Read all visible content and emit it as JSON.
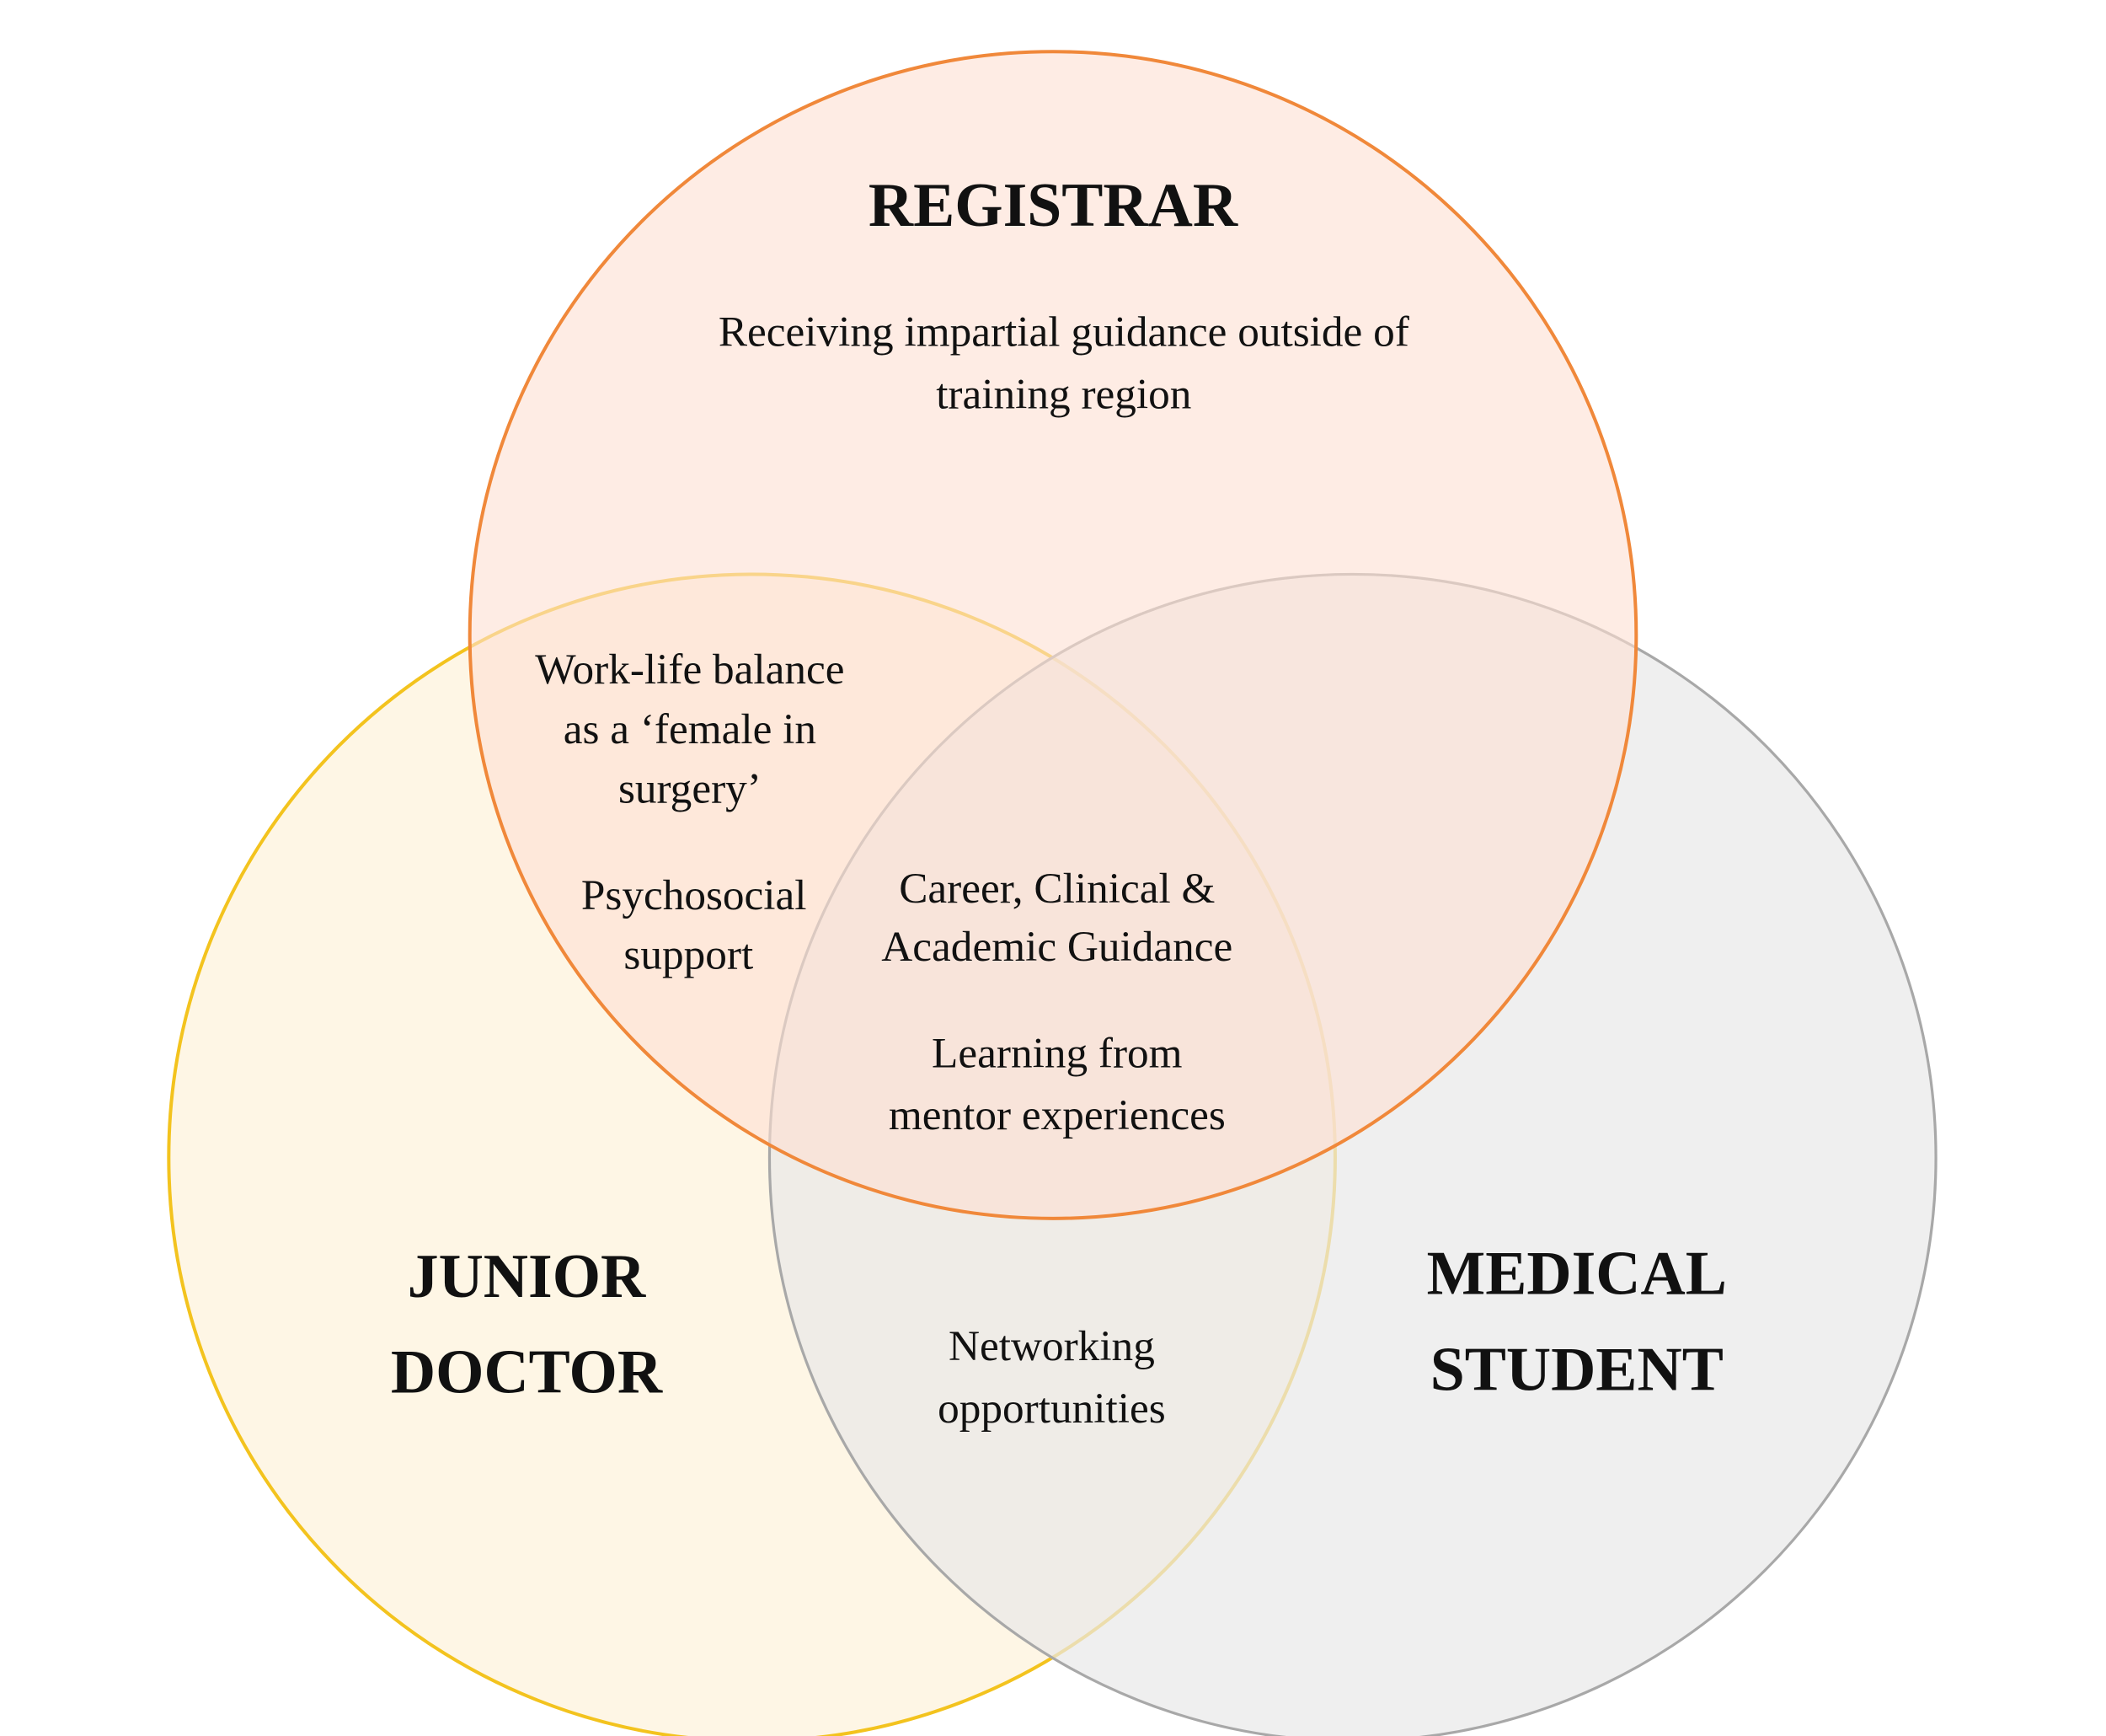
{
  "sets": {
    "registrar": {
      "label": "REGISTRAR",
      "fill": "#fde0d2",
      "stroke": "#f0883a"
    },
    "junior_doctor": {
      "label_lines": [
        "JUNIOR",
        "DOCTOR"
      ],
      "fill": "#fdf3dc",
      "stroke": "#f3c31e"
    },
    "medical_student": {
      "label_lines": [
        "MEDICAL",
        "STUDENT"
      ],
      "fill": "#e8e8e8",
      "stroke": "#a8a8a8"
    }
  },
  "regions": {
    "registrar_only": [
      "Receiving impartial guidance outside of",
      "training region"
    ],
    "registrar_junior": {
      "item1": [
        "Work-life balance",
        "as a ‘female in",
        "surgery’"
      ],
      "item2": [
        "Psychosocial",
        "support"
      ]
    },
    "all_three": {
      "item1": [
        "Career, Clinical &",
        "Academic Guidance"
      ],
      "item2": [
        "Learning from",
        "mentor experiences"
      ]
    },
    "junior_student": [
      "Networking",
      "opportunities"
    ]
  }
}
